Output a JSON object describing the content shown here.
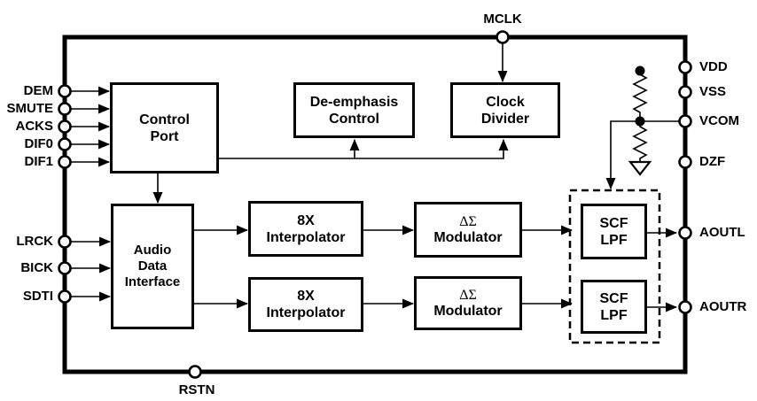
{
  "diagram_type": "audio-dac-block-diagram",
  "colors": {
    "line": "#000000",
    "background": "#ffffff"
  },
  "pins": {
    "top": [
      {
        "id": "mclk",
        "label": "MCLK"
      }
    ],
    "bottom": [
      {
        "id": "rstn",
        "label": "RSTN"
      }
    ],
    "left": [
      {
        "id": "dem",
        "label": "DEM"
      },
      {
        "id": "smute",
        "label": "SMUTE"
      },
      {
        "id": "acks",
        "label": "ACKS"
      },
      {
        "id": "dif0",
        "label": "DIF0"
      },
      {
        "id": "dif1",
        "label": "DIF1"
      },
      {
        "id": "lrck",
        "label": "LRCK"
      },
      {
        "id": "bick",
        "label": "BICK"
      },
      {
        "id": "sdti",
        "label": "SDTI"
      }
    ],
    "right": [
      {
        "id": "vdd",
        "label": "VDD"
      },
      {
        "id": "vss",
        "label": "VSS"
      },
      {
        "id": "vcom",
        "label": "VCOM"
      },
      {
        "id": "dzf",
        "label": "DZF"
      },
      {
        "id": "aoutl",
        "label": "AOUTL"
      },
      {
        "id": "aoutr",
        "label": "AOUTR"
      }
    ]
  },
  "blocks": {
    "control_port": {
      "lines": [
        "Control",
        "Port"
      ]
    },
    "deemphasis_control": {
      "lines": [
        "De-emphasis",
        "Control"
      ]
    },
    "clock_divider": {
      "lines": [
        "Clock",
        "Divider"
      ]
    },
    "audio_data_interface": {
      "lines": [
        "Audio",
        "Data",
        "Interface"
      ]
    },
    "interpolator_left": {
      "lines": [
        "8X",
        "Interpolator"
      ]
    },
    "interpolator_right": {
      "lines": [
        "8X",
        "Interpolator"
      ]
    },
    "ds_modulator_left": {
      "sigma": "ΔΣ",
      "label": "Modulator"
    },
    "ds_modulator_right": {
      "sigma": "ΔΣ",
      "label": "Modulator"
    },
    "scf_lpf_left": {
      "lines": [
        "SCF",
        "LPF"
      ]
    },
    "scf_lpf_right": {
      "lines": [
        "SCF",
        "LPF"
      ]
    }
  }
}
